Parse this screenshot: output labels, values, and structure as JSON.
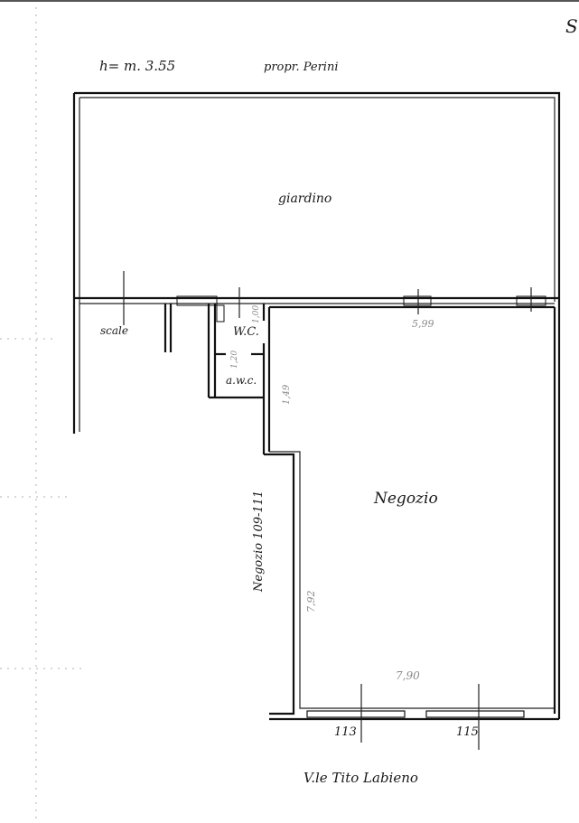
{
  "header": {
    "corner_mark": "S",
    "height_note": "h= m. 3.55",
    "owner_note": "propr. Perini"
  },
  "rooms": {
    "garden": "giardino",
    "stairs": "scale",
    "wc": "W.C.",
    "antibath": "a.w.c.",
    "shop": "Negozio",
    "neighbor_shop": "Negozio 109-111"
  },
  "dimensions": {
    "shop_width_top": "5,99",
    "corridor_width": "1,49",
    "shop_depth": "7,92",
    "shop_width_bottom": "7,90",
    "wc_width": "1,00",
    "antibath_width": "1,20"
  },
  "openings": {
    "left_window": "113",
    "right_window": "115"
  },
  "street": "V.le Tito Labieno"
}
